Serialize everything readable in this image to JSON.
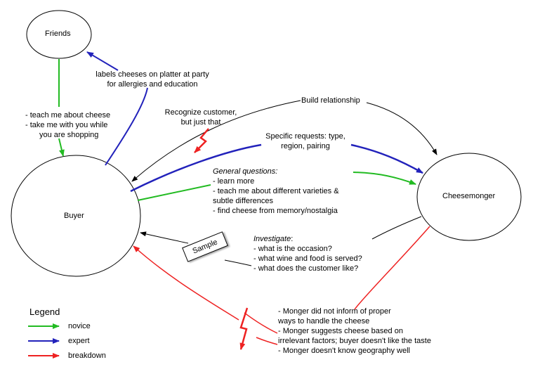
{
  "nodes": {
    "friends": "Friends",
    "buyer": "Buyer",
    "cheesemonger": "Cheesemonger",
    "sample": "Sample"
  },
  "labels": {
    "labels_cheeses": [
      "labels cheeses on platter at party",
      "for allergies and education"
    ],
    "teach_me": [
      "- teach me  about cheese",
      "- take me with you while",
      "you are shopping"
    ],
    "build_relationship": "Build relationship",
    "recognize_customer": [
      "Recognize customer,",
      "but  just that"
    ],
    "specific_requests": [
      "Specific requests: type,",
      "region, pairing"
    ],
    "general_questions_title": "General questions:",
    "general_questions": [
      "- learn more",
      "- teach me about different varieties &",
      "subtle differences",
      "- find cheese from memory/nostalgia"
    ],
    "investigate_title": "Investigate",
    "investigate_colon": ":",
    "investigate": [
      "- what is the occasion?",
      "- what wine and food is served?",
      "- what does the customer like?"
    ],
    "breakdowns": [
      "- Monger did not inform of proper",
      "ways to handle the cheese",
      "- Monger suggests cheese based on",
      "irrelevant factors; buyer doesn't like the taste",
      "- Monger doesn't know geography well"
    ]
  },
  "legend": {
    "title": "Legend",
    "items": [
      {
        "label": "novice",
        "color": "#22bb22"
      },
      {
        "label": "expert",
        "color": "#2222bb"
      },
      {
        "label": "breakdown",
        "color": "#ee2222"
      }
    ]
  },
  "colors": {
    "novice": "#22bb22",
    "expert": "#2222bb",
    "breakdown": "#ee2222",
    "neutral": "#000000"
  }
}
